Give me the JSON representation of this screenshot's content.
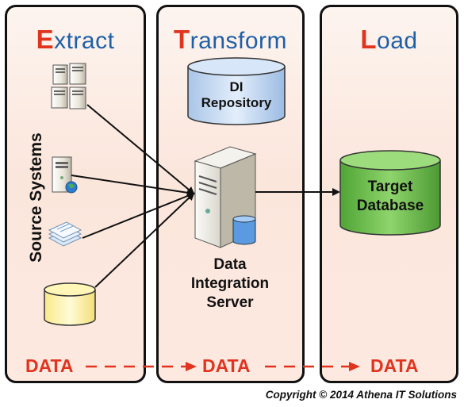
{
  "phases": {
    "extract": {
      "initial": "E",
      "rest": "xtract"
    },
    "transform": {
      "initial": "T",
      "rest": "ransform"
    },
    "load": {
      "initial": "L",
      "rest": "oad"
    }
  },
  "source_systems_label": "Source Systems",
  "nodes": {
    "di_repository": {
      "line1": "DI",
      "line2": "Repository"
    },
    "target_database": {
      "line1": "Target",
      "line2": "Database"
    },
    "integration_server": {
      "line1": "Data",
      "line2": "Integration",
      "line3": "Server"
    }
  },
  "flow_labels": [
    "DATA",
    "DATA",
    "DATA"
  ],
  "copyright": "Copyright © 2014 Athena IT Solutions",
  "icons": {
    "sources": [
      "server-cluster-icon",
      "web-server-icon",
      "documents-icon",
      "database-icon"
    ],
    "server": "server-with-database-icon"
  },
  "colors": {
    "title_blue": "#1f5fa6",
    "accent_red": "#e0341f",
    "repository_blue": "#c9dcf2",
    "target_green": "#6cbf4d",
    "source_db_yellow": "#fff4a8"
  }
}
